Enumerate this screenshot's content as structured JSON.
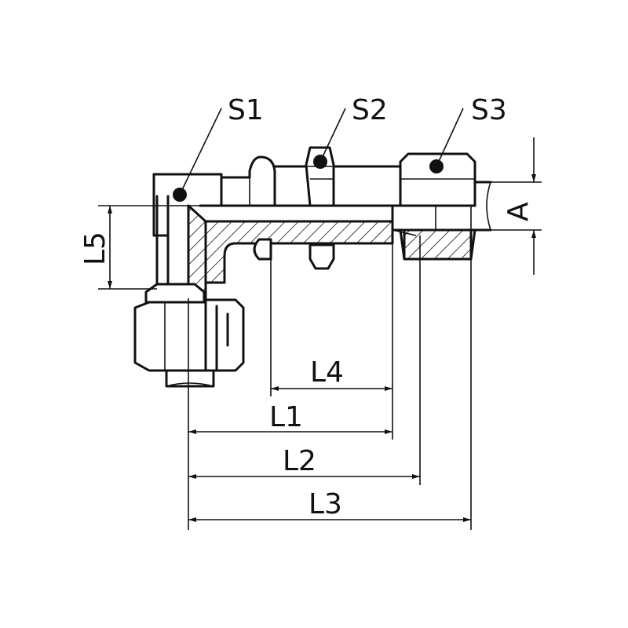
{
  "labels": {
    "s1": "S1",
    "s2": "S2",
    "s3": "S3",
    "a": "A",
    "l1": "L1",
    "l2": "L2",
    "l3": "L3",
    "l4": "L4",
    "l5": "L5"
  },
  "colors": {
    "line": "#111111",
    "background": "#ffffff"
  }
}
